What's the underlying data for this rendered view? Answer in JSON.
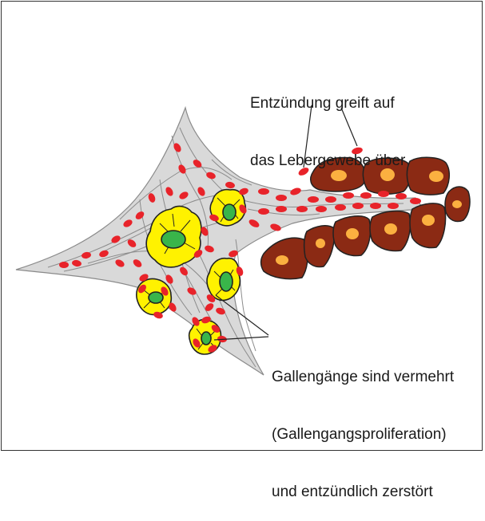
{
  "figure": {
    "annotations": [
      {
        "id": "liver-inflammation",
        "lines": [
          "Entzündung greift auf",
          "das Lebergewebe über"
        ]
      },
      {
        "id": "bile-duct-proliferation",
        "lines": [
          "Gallengänge sind vermehrt",
          "(Gallengangsproliferation)",
          "und entzündlich zerstört"
        ]
      }
    ],
    "colors": {
      "portal_tissue": "#d9d9d9",
      "inflammatory_cell": "#e8232a",
      "liver_cell": "#8b2a14",
      "liver_nucleus": "#fbb040",
      "bile_duct": "#fff200",
      "bile_duct_lumen": "#39b54a",
      "outline": "#222222"
    },
    "icons": [
      "inflammatory-cell",
      "liver-cell",
      "bile-duct"
    ]
  }
}
